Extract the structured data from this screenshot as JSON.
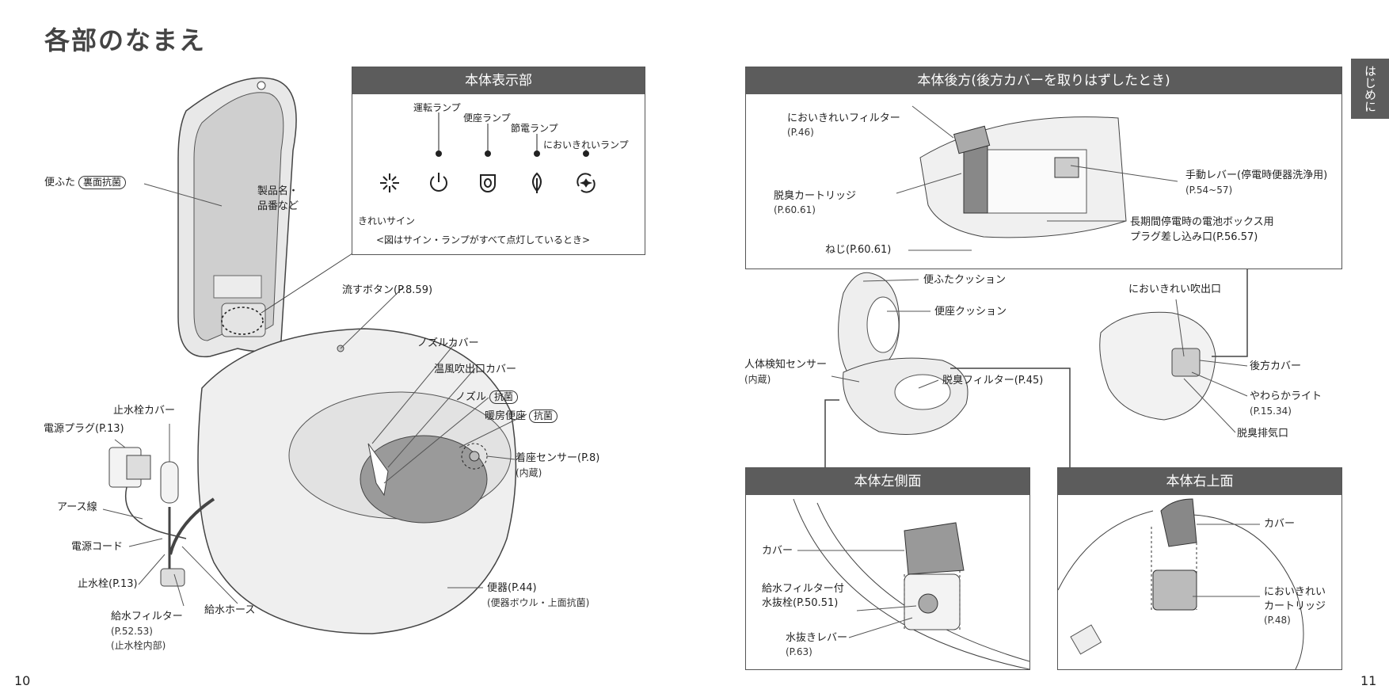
{
  "page": {
    "title": "各部のなまえ",
    "page_left": "10",
    "page_right": "11",
    "side_tab": "はじめに"
  },
  "display_panel": {
    "title": "本体表示部",
    "lamps": [
      "運転ランプ",
      "便座ランプ",
      "節電ランプ",
      "においきれいランプ"
    ],
    "sign": "きれいサイン",
    "note": "<図はサイン・ランプがすべて点灯しているとき>"
  },
  "left_labels": {
    "lid": "便ふた",
    "lid_badge": "裏面抗菌",
    "product": "製品名・",
    "product2": "品番など",
    "flush_button": "流すボタン(P.8.59)",
    "nozzle_cover": "ノズルカバー",
    "warm_air_cover": "温風吹出口カバー",
    "nozzle": "ノズル",
    "nozzle_badge": "抗菌",
    "heated_seat": "暖房便座",
    "heated_seat_badge": "抗菌",
    "seat_sensor": "着座センサー(P.8)",
    "seat_sensor_sub": "(内蔵)",
    "valve_cover": "止水栓カバー",
    "power_plug": "電源プラグ(P.13)",
    "earth": "アース線",
    "power_cord": "電源コード",
    "stop_valve": "止水栓(P.13)",
    "water_filter": "給水フィルター",
    "water_filter_sub1": "(P.52.53)",
    "water_filter_sub2": "(止水栓内部)",
    "water_hose": "給水ホース",
    "bowl": "便器(P.44)",
    "bowl_sub": "(便器ボウル・上面抗菌)"
  },
  "rear_panel": {
    "title": "本体後方(後方カバーを取りはずしたとき)",
    "odor_filter": "においきれいフィルター",
    "odor_filter_ref": "(P.46)",
    "deodor_cartridge": "脱臭カートリッジ",
    "deodor_cartridge_ref": "(P.60.61)",
    "screw": "ねじ(P.60.61)",
    "manual_lever": "手動レバー(停電時便器洗浄用)",
    "manual_lever_ref": "(P.54~57)",
    "battery_plug": "長期間停電時の電池ボックス用",
    "battery_plug2": "プラグ差し込み口(P.56.57)"
  },
  "middle_labels": {
    "lid_cushion": "便ふたクッション",
    "seat_cushion": "便座クッション",
    "body_sensor": "人体検知センサー",
    "body_sensor_sub": "(内蔵)",
    "deodor_filter": "脱臭フィルター(P.45)",
    "odor_outlet": "においきれい吹出口",
    "rear_cover": "後方カバー",
    "soft_light": "やわらかライト",
    "soft_light_ref": "(P.15.34)",
    "exhaust": "脱臭排気口"
  },
  "left_side_panel": {
    "title": "本体左側面",
    "cover": "カバー",
    "drain_valve": "給水フィルター付",
    "drain_valve2": "水抜栓(P.50.51)",
    "drain_lever": "水抜きレバー",
    "drain_lever_ref": "(P.63)"
  },
  "right_top_panel": {
    "title": "本体右上面",
    "cover": "カバー",
    "cartridge": "においきれい",
    "cartridge2": "カートリッジ",
    "cartridge_ref": "(P.48)"
  }
}
